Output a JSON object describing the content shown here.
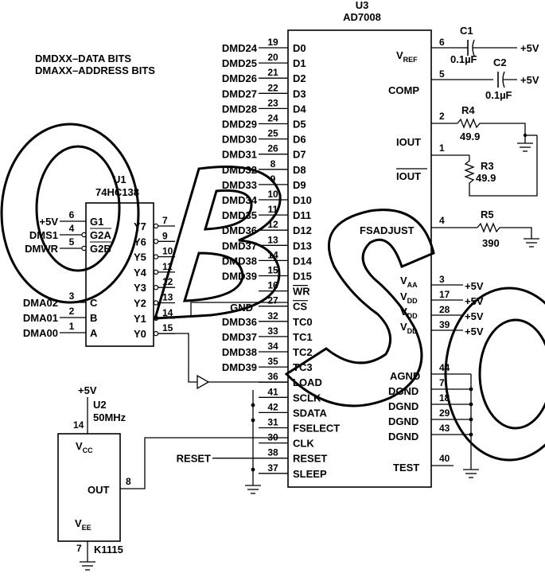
{
  "notes": {
    "line1": "DMDXX–DATA BITS",
    "line2": "DMAXX–ADDRESS BITS"
  },
  "u3": {
    "ref": "U3",
    "part": "AD7008",
    "left": [
      {
        "net": "DMD24",
        "pin": "19",
        "name": "D0"
      },
      {
        "net": "DMD25",
        "pin": "20",
        "name": "D1"
      },
      {
        "net": "DMD26",
        "pin": "21",
        "name": "D2"
      },
      {
        "net": "DMD27",
        "pin": "22",
        "name": "D3"
      },
      {
        "net": "DMD28",
        "pin": "23",
        "name": "D4"
      },
      {
        "net": "DMD29",
        "pin": "24",
        "name": "D5"
      },
      {
        "net": "DMD30",
        "pin": "25",
        "name": "D6"
      },
      {
        "net": "DMD31",
        "pin": "26",
        "name": "D7"
      },
      {
        "net": "DMD32",
        "pin": "8",
        "name": "D8"
      },
      {
        "net": "DMD33",
        "pin": "9",
        "name": "D9"
      },
      {
        "net": "DMD34",
        "pin": "10",
        "name": "D10"
      },
      {
        "net": "DMD35",
        "pin": "11",
        "name": "D11"
      },
      {
        "net": "DMD36",
        "pin": "12",
        "name": "D12"
      },
      {
        "net": "DMD37",
        "pin": "13",
        "name": "D13"
      },
      {
        "net": "DMD38",
        "pin": "14",
        "name": "D14"
      },
      {
        "net": "DMD39",
        "pin": "15",
        "name": "D15"
      },
      {
        "net": "",
        "pin": "16",
        "name": "WR"
      },
      {
        "net": "",
        "pin": "27",
        "name": "CS"
      },
      {
        "net": "DMD36",
        "pin": "32",
        "name": "TC0"
      },
      {
        "net": "DMD37",
        "pin": "33",
        "name": "TC1"
      },
      {
        "net": "DMD38",
        "pin": "34",
        "name": "TC2"
      },
      {
        "net": "DMD39",
        "pin": "35",
        "name": "TC3"
      },
      {
        "net": "",
        "pin": "36",
        "name": "LOAD"
      },
      {
        "net": "",
        "pin": "41",
        "name": "SCLK"
      },
      {
        "net": "",
        "pin": "42",
        "name": "SDATA"
      },
      {
        "net": "",
        "pin": "31",
        "name": "FSELECT"
      },
      {
        "net": "",
        "pin": "30",
        "name": "CLK"
      },
      {
        "net": "RESET",
        "pin": "38",
        "name": "RESET"
      },
      {
        "net": "",
        "pin": "37",
        "name": "SLEEP"
      }
    ],
    "gnd_label": "GND",
    "right": {
      "vref": {
        "pin": "6",
        "name": "V",
        "sub": "REF"
      },
      "comp": {
        "pin": "5",
        "name": "COMP"
      },
      "iout": {
        "pin": "2",
        "name": "IOUT"
      },
      "iout_bar": {
        "pin": "1",
        "name": "IOUT"
      },
      "fsadjust": {
        "pin": "4",
        "name": "FSADJUST"
      },
      "vaa": {
        "pin": "3",
        "name": "V",
        "sub": "AA",
        "rail": "+5V"
      },
      "vdd1": {
        "pin": "17",
        "name": "V",
        "sub": "DD",
        "rail": "+5V"
      },
      "vdd2": {
        "pin": "28",
        "name": "V",
        "sub": "DD",
        "rail": "+5V"
      },
      "vdd3": {
        "pin": "39",
        "name": "V",
        "sub": "DD",
        "rail": "+5V"
      },
      "agnd": {
        "pin": "44",
        "name": "AGND"
      },
      "dgnd1": {
        "pin": "7",
        "name": "DGND"
      },
      "dgnd2": {
        "pin": "18",
        "name": "DGND"
      },
      "dgnd3": {
        "pin": "29",
        "name": "DGND"
      },
      "dgnd4": {
        "pin": "43",
        "name": "DGND"
      },
      "test": {
        "pin": "40",
        "name": "TEST"
      }
    }
  },
  "c1": {
    "ref": "C1",
    "value": "0.1µF",
    "rail": "+5V"
  },
  "c2": {
    "ref": "C2",
    "value": "0.1µF",
    "rail": "+5V"
  },
  "r4": {
    "ref": "R4",
    "value": "49.9"
  },
  "r3": {
    "ref": "R3",
    "value": "49.9"
  },
  "r5": {
    "ref": "R5",
    "value": "390"
  },
  "u1": {
    "ref": "U1",
    "part": "74HC138",
    "inputs": [
      {
        "net": "+5V",
        "pin": "6",
        "name": "G1"
      },
      {
        "net": "DMS1",
        "pin": "4",
        "name": "G2A"
      },
      {
        "net": "DMWR",
        "pin": "5",
        "name": "G2B"
      },
      {
        "net": "DMA02",
        "pin": "3",
        "name": "C"
      },
      {
        "net": "DMA01",
        "pin": "2",
        "name": "B"
      },
      {
        "net": "DMA00",
        "pin": "1",
        "name": "A"
      }
    ],
    "outputs": [
      {
        "pin": "7",
        "name": "Y7"
      },
      {
        "pin": "9",
        "name": "Y6"
      },
      {
        "pin": "10",
        "name": "Y5"
      },
      {
        "pin": "11",
        "name": "Y4"
      },
      {
        "pin": "12",
        "name": "Y3"
      },
      {
        "pin": "13",
        "name": "Y2"
      },
      {
        "pin": "14",
        "name": "Y1"
      },
      {
        "pin": "15",
        "name": "Y0"
      }
    ]
  },
  "u2": {
    "ref": "U2",
    "freq": "50MHz",
    "part": "K1115",
    "rail": "+5V",
    "vcc": {
      "pin": "14",
      "name": "V",
      "sub": "CC"
    },
    "out": {
      "pin": "8",
      "name": "OUT"
    },
    "vee": {
      "pin": "7",
      "name": "V",
      "sub": "EE"
    }
  },
  "watermark": {
    "letters": [
      "O",
      "B",
      "S",
      "O"
    ],
    "color": "#000000"
  },
  "colors": {
    "ink": "#000000",
    "paper": "#ffffff"
  }
}
